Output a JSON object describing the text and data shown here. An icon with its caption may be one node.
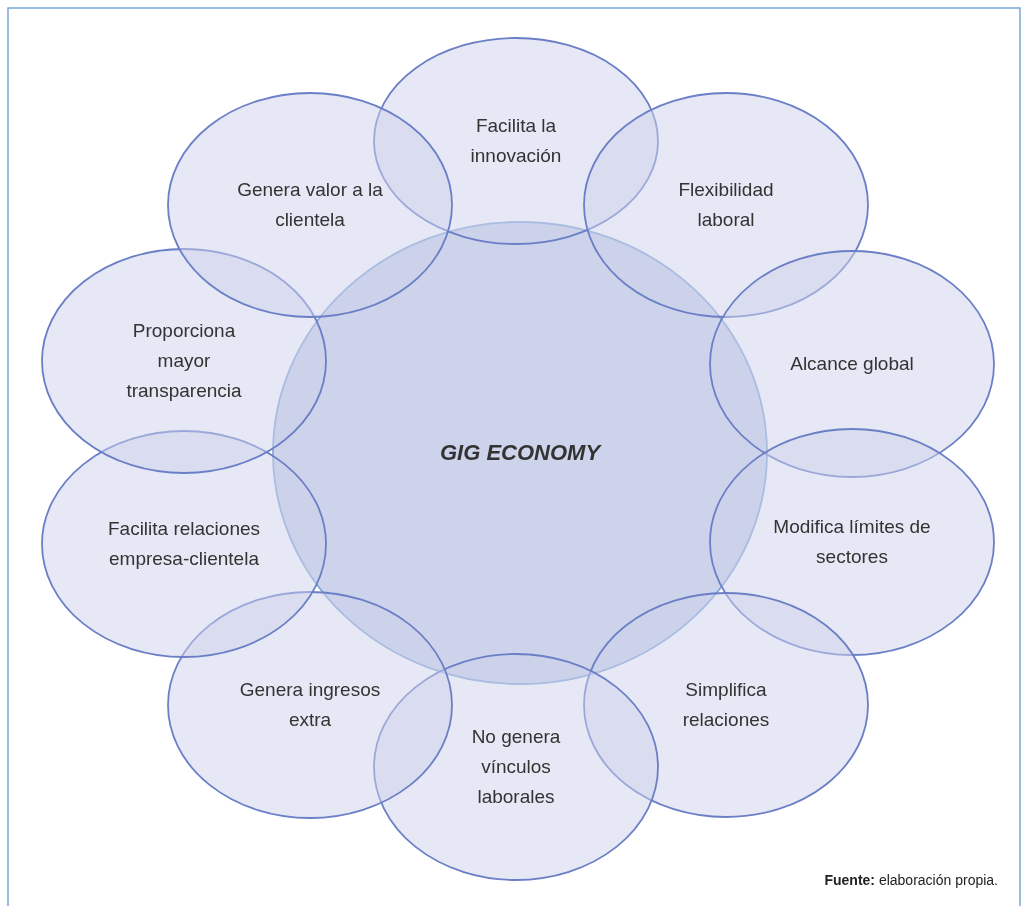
{
  "diagram": {
    "nodes": [
      {
        "text": [
          "GIG ECONOMY"
        ]
      },
      {
        "text": [
          "Facilita la innovación"
        ]
      },
      {
        "text": [
          "Flexibilidad laboral"
        ]
      },
      {
        "text": [
          "Alcance global"
        ]
      },
      {
        "text": [
          "Modifica límites de sectores"
        ]
      },
      {
        "text": [
          "Simplifica relaciones"
        ]
      },
      {
        "text": [
          "No genera vínculos laborales"
        ]
      },
      {
        "text": [
          "Genera ingresos extra"
        ]
      },
      {
        "text": [
          "Facilita relaciones empresa-clientela"
        ]
      },
      {
        "text": [
          "Proporciona mayor transparencia"
        ]
      },
      {
        "text": [
          "Genera valor a la clientela"
        ]
      }
    ],
    "edges": [],
    "labels": [
      "**Fuente:** elaboración propia."
    ]
  }
}
